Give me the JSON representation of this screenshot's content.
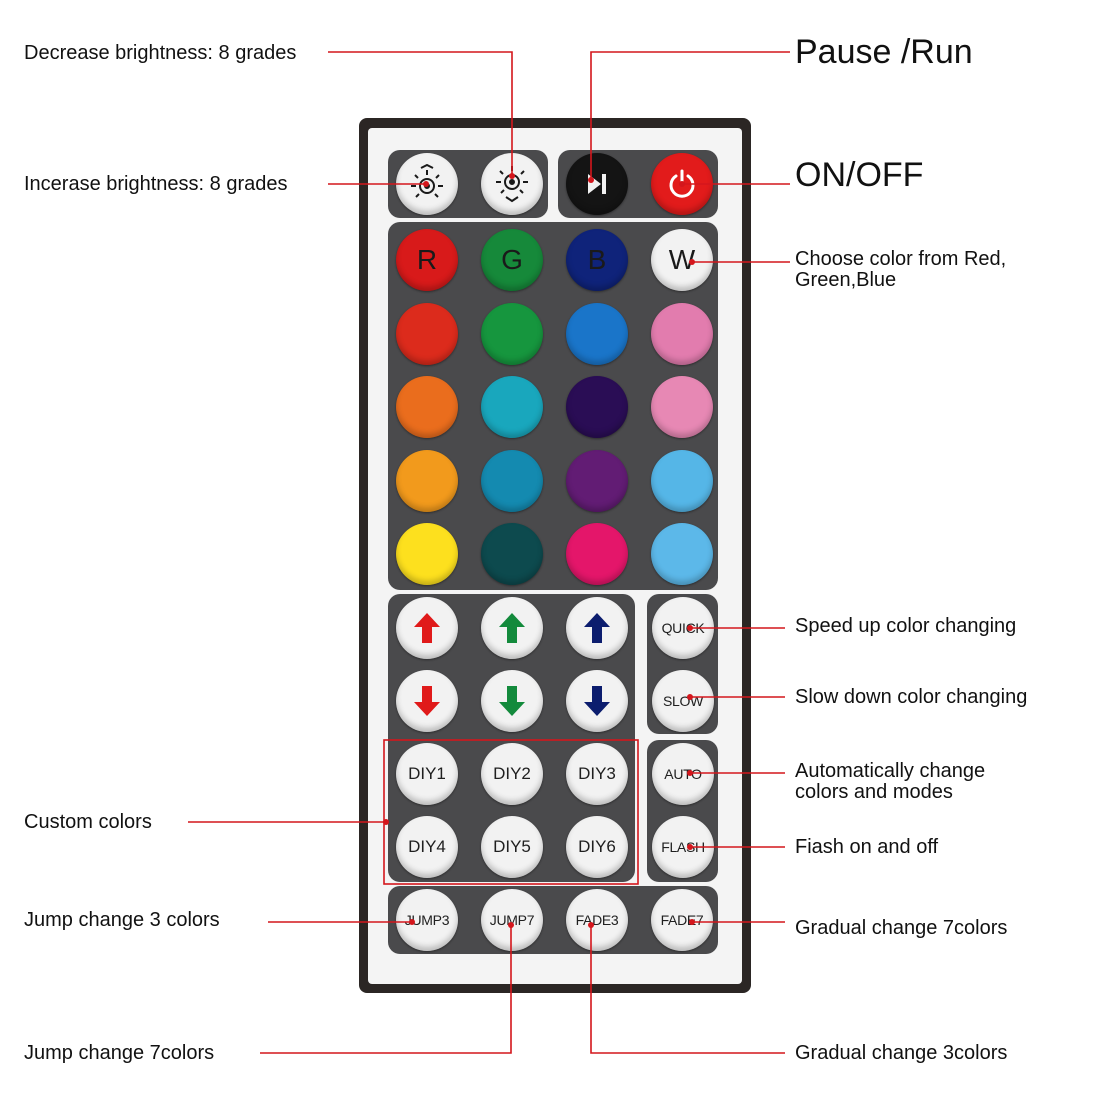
{
  "annotations": {
    "decrease_brightness": "Decrease brightness: 8 grades",
    "increase_brightness": "Incerase brightness: 8 grades",
    "pause_run": "Pause /Run",
    "on_off": "ON/OFF",
    "choose_color": "Choose color from Red,\nGreen,Blue",
    "speed_up": "Speed up color changing",
    "slow_down": "Slow down color changing",
    "auto_change": "Automatically change\ncolors and modes",
    "custom_colors": "Custom colors",
    "flash": "Fiash on and off",
    "jump3": "Jump change 3 colors",
    "fade7": "Gradual change 7colors",
    "jump7": "Jump change 7colors",
    "fade3": "Gradual change 3colors"
  },
  "buttons": {
    "r": "R",
    "g": "G",
    "b": "B",
    "w": "W",
    "quick": "QUICK",
    "slow": "SLOW",
    "auto": "AUTO",
    "flash": "FLASH",
    "diy1": "DIY1",
    "diy2": "DIY2",
    "diy3": "DIY3",
    "diy4": "DIY4",
    "diy5": "DIY5",
    "diy6": "DIY6",
    "jump3": "JUMP3",
    "jump7": "JUMP7",
    "fade3": "FADE3",
    "fade7": "FADE7"
  },
  "colors": {
    "callout_line": "#d4161c",
    "remote_body": "#2b2624",
    "panel": "#4a4a4c",
    "color_buttons": [
      [
        "#d81a1a",
        "#16893a",
        "#0f237a",
        "#f2f2f2"
      ],
      [
        "#dc2b1c",
        "#16963e",
        "#1a75c9",
        "#e27cae"
      ],
      [
        "#ea6d1d",
        "#19a7bd",
        "#2a0d55",
        "#e788b4"
      ],
      [
        "#f29a1c",
        "#148ab0",
        "#621c74",
        "#55b6e7"
      ],
      [
        "#fde01e",
        "#0d4a4e",
        "#e4166a",
        "#5cb8e9"
      ]
    ],
    "arrow_up": [
      "#e01a1a",
      "#138a3c",
      "#0c1d6e"
    ],
    "arrow_down": [
      "#e01a1a",
      "#138a3c",
      "#0c1d6e"
    ]
  },
  "icons": {
    "brightness_down": "brightness-down-icon",
    "brightness_up": "brightness-up-icon",
    "play_pause": "play-pause-icon",
    "power": "power-icon"
  }
}
